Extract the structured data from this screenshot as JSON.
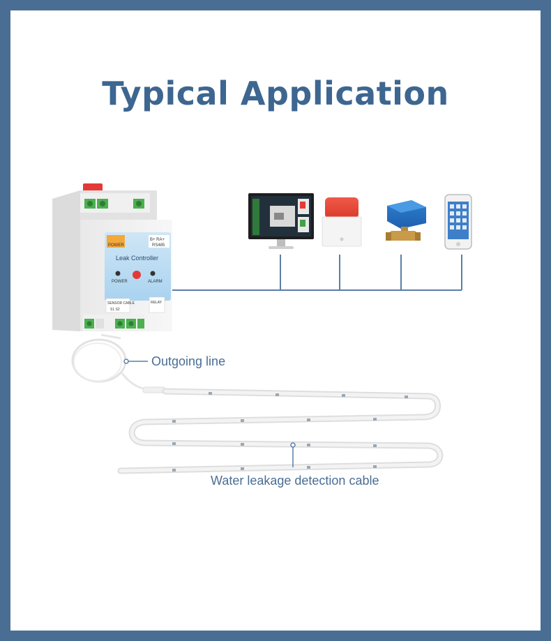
{
  "title": "Typical Application",
  "controller": {
    "name": "Leak Controller",
    "power_tag": "POWER",
    "rs485_tag": "RS485",
    "rs485_pins": "B+ RA+",
    "power_led_label": "POWER",
    "alarm_led_label": "ALARM",
    "sensor_tag": "SENSOR CABLE",
    "sensor_pins": "S1  S2",
    "relay_tag": "RELAY"
  },
  "devices": [
    {
      "name": "monitor-icon"
    },
    {
      "name": "siren-icon"
    },
    {
      "name": "valve-icon"
    },
    {
      "name": "phone-icon"
    }
  ],
  "labels": {
    "outgoing": "Outgoing line",
    "cable": "Water leakage detection cable"
  },
  "colors": {
    "frame": "#4a6d94",
    "title": "#3d6690",
    "line": "#5a7fa6"
  }
}
